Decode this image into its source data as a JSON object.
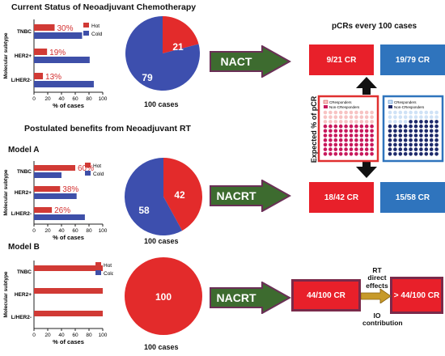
{
  "header": {
    "title": "Current Status of Neoadjuvant Chemotherapy",
    "postulated": "Postulated benefits from Neoadjuvant RT",
    "model_a": "Model A",
    "model_b": "Model B",
    "pcr_title": "pCRs every 100 cases",
    "expected_label": "Expected % of pCR"
  },
  "arrows": {
    "nact": "NACT",
    "nacrt_a": "NACRT",
    "nacrt_b": "NACRT"
  },
  "boxes": {
    "nact_hot": "9/21 CR",
    "nact_cold": "19/79 CR",
    "a_hot": "18/42 CR",
    "a_cold": "15/58 CR",
    "b_hot": "44/100 CR",
    "b_result": "> 44/100 CR"
  },
  "mechanisms": {
    "rt": "RT direct effects",
    "io": "IO contribution"
  },
  "legend_box": {
    "red_cr": "CResponders",
    "red_non": "Non-CResponders",
    "blue_cr": "CResponders",
    "blue_non": "Non-CResponders"
  },
  "colors": {
    "hot": "#d13a35",
    "cold": "#3e4fa8",
    "pie_red": "#e32b2b",
    "pie_blue": "#3d4fae",
    "arrow": "#3d6b2f",
    "box_red": "#e8202a",
    "box_blue": "#2f74bd"
  },
  "chart_data": [
    {
      "type": "bar",
      "orientation": "horizontal",
      "categories": [
        "TNBC",
        "HER2+",
        "L/HER2-"
      ],
      "series": [
        {
          "name": "Hot",
          "values": [
            30,
            19,
            13
          ]
        },
        {
          "name": "Cold",
          "values": [
            70,
            81,
            87
          ]
        }
      ],
      "data_labels": [
        "30%",
        "19%",
        "13%"
      ],
      "xlabel": "% of cases",
      "ylabel": "Molecular subtype",
      "xlim": [
        0,
        100
      ],
      "xticks": [
        "0",
        "20",
        "40",
        "60",
        "80",
        "100"
      ],
      "legend_position": "top-right"
    },
    {
      "type": "pie",
      "labels": [
        "21",
        "79"
      ],
      "values": [
        21,
        79
      ],
      "caption": "100 cases"
    },
    {
      "type": "bar",
      "orientation": "horizontal",
      "categories": [
        "TNBC",
        "HER2+",
        "L/HER2-"
      ],
      "series": [
        {
          "name": "Hot",
          "values": [
            60,
            38,
            26
          ]
        },
        {
          "name": "Cold",
          "values": [
            40,
            62,
            74
          ]
        }
      ],
      "data_labels": [
        "60%",
        "38%",
        "26%"
      ],
      "xlabel": "% of cases",
      "ylabel": "Molecular subtype",
      "xlim": [
        0,
        100
      ],
      "xticks": [
        "0",
        "20",
        "40",
        "60",
        "80",
        "100"
      ],
      "legend_position": "top-right"
    },
    {
      "type": "pie",
      "labels": [
        "42",
        "58"
      ],
      "values": [
        42,
        58
      ],
      "caption": "100 cases"
    },
    {
      "type": "bar",
      "orientation": "horizontal",
      "categories": [
        "TNBC",
        "HER2+",
        "L/HER2-"
      ],
      "series": [
        {
          "name": "Hot",
          "values": [
            100,
            100,
            100
          ]
        },
        {
          "name": "Cold",
          "values": [
            0,
            0,
            0
          ]
        }
      ],
      "data_labels": [],
      "xlabel": "% of cases",
      "ylabel": "Molecular subtype",
      "xlim": [
        0,
        100
      ],
      "xticks": [
        "0",
        "20",
        "40",
        "60",
        "80",
        "100"
      ],
      "legend_position": "top-right"
    },
    {
      "type": "pie",
      "labels": [
        "100"
      ],
      "values": [
        100
      ],
      "caption": "100 cases"
    }
  ]
}
